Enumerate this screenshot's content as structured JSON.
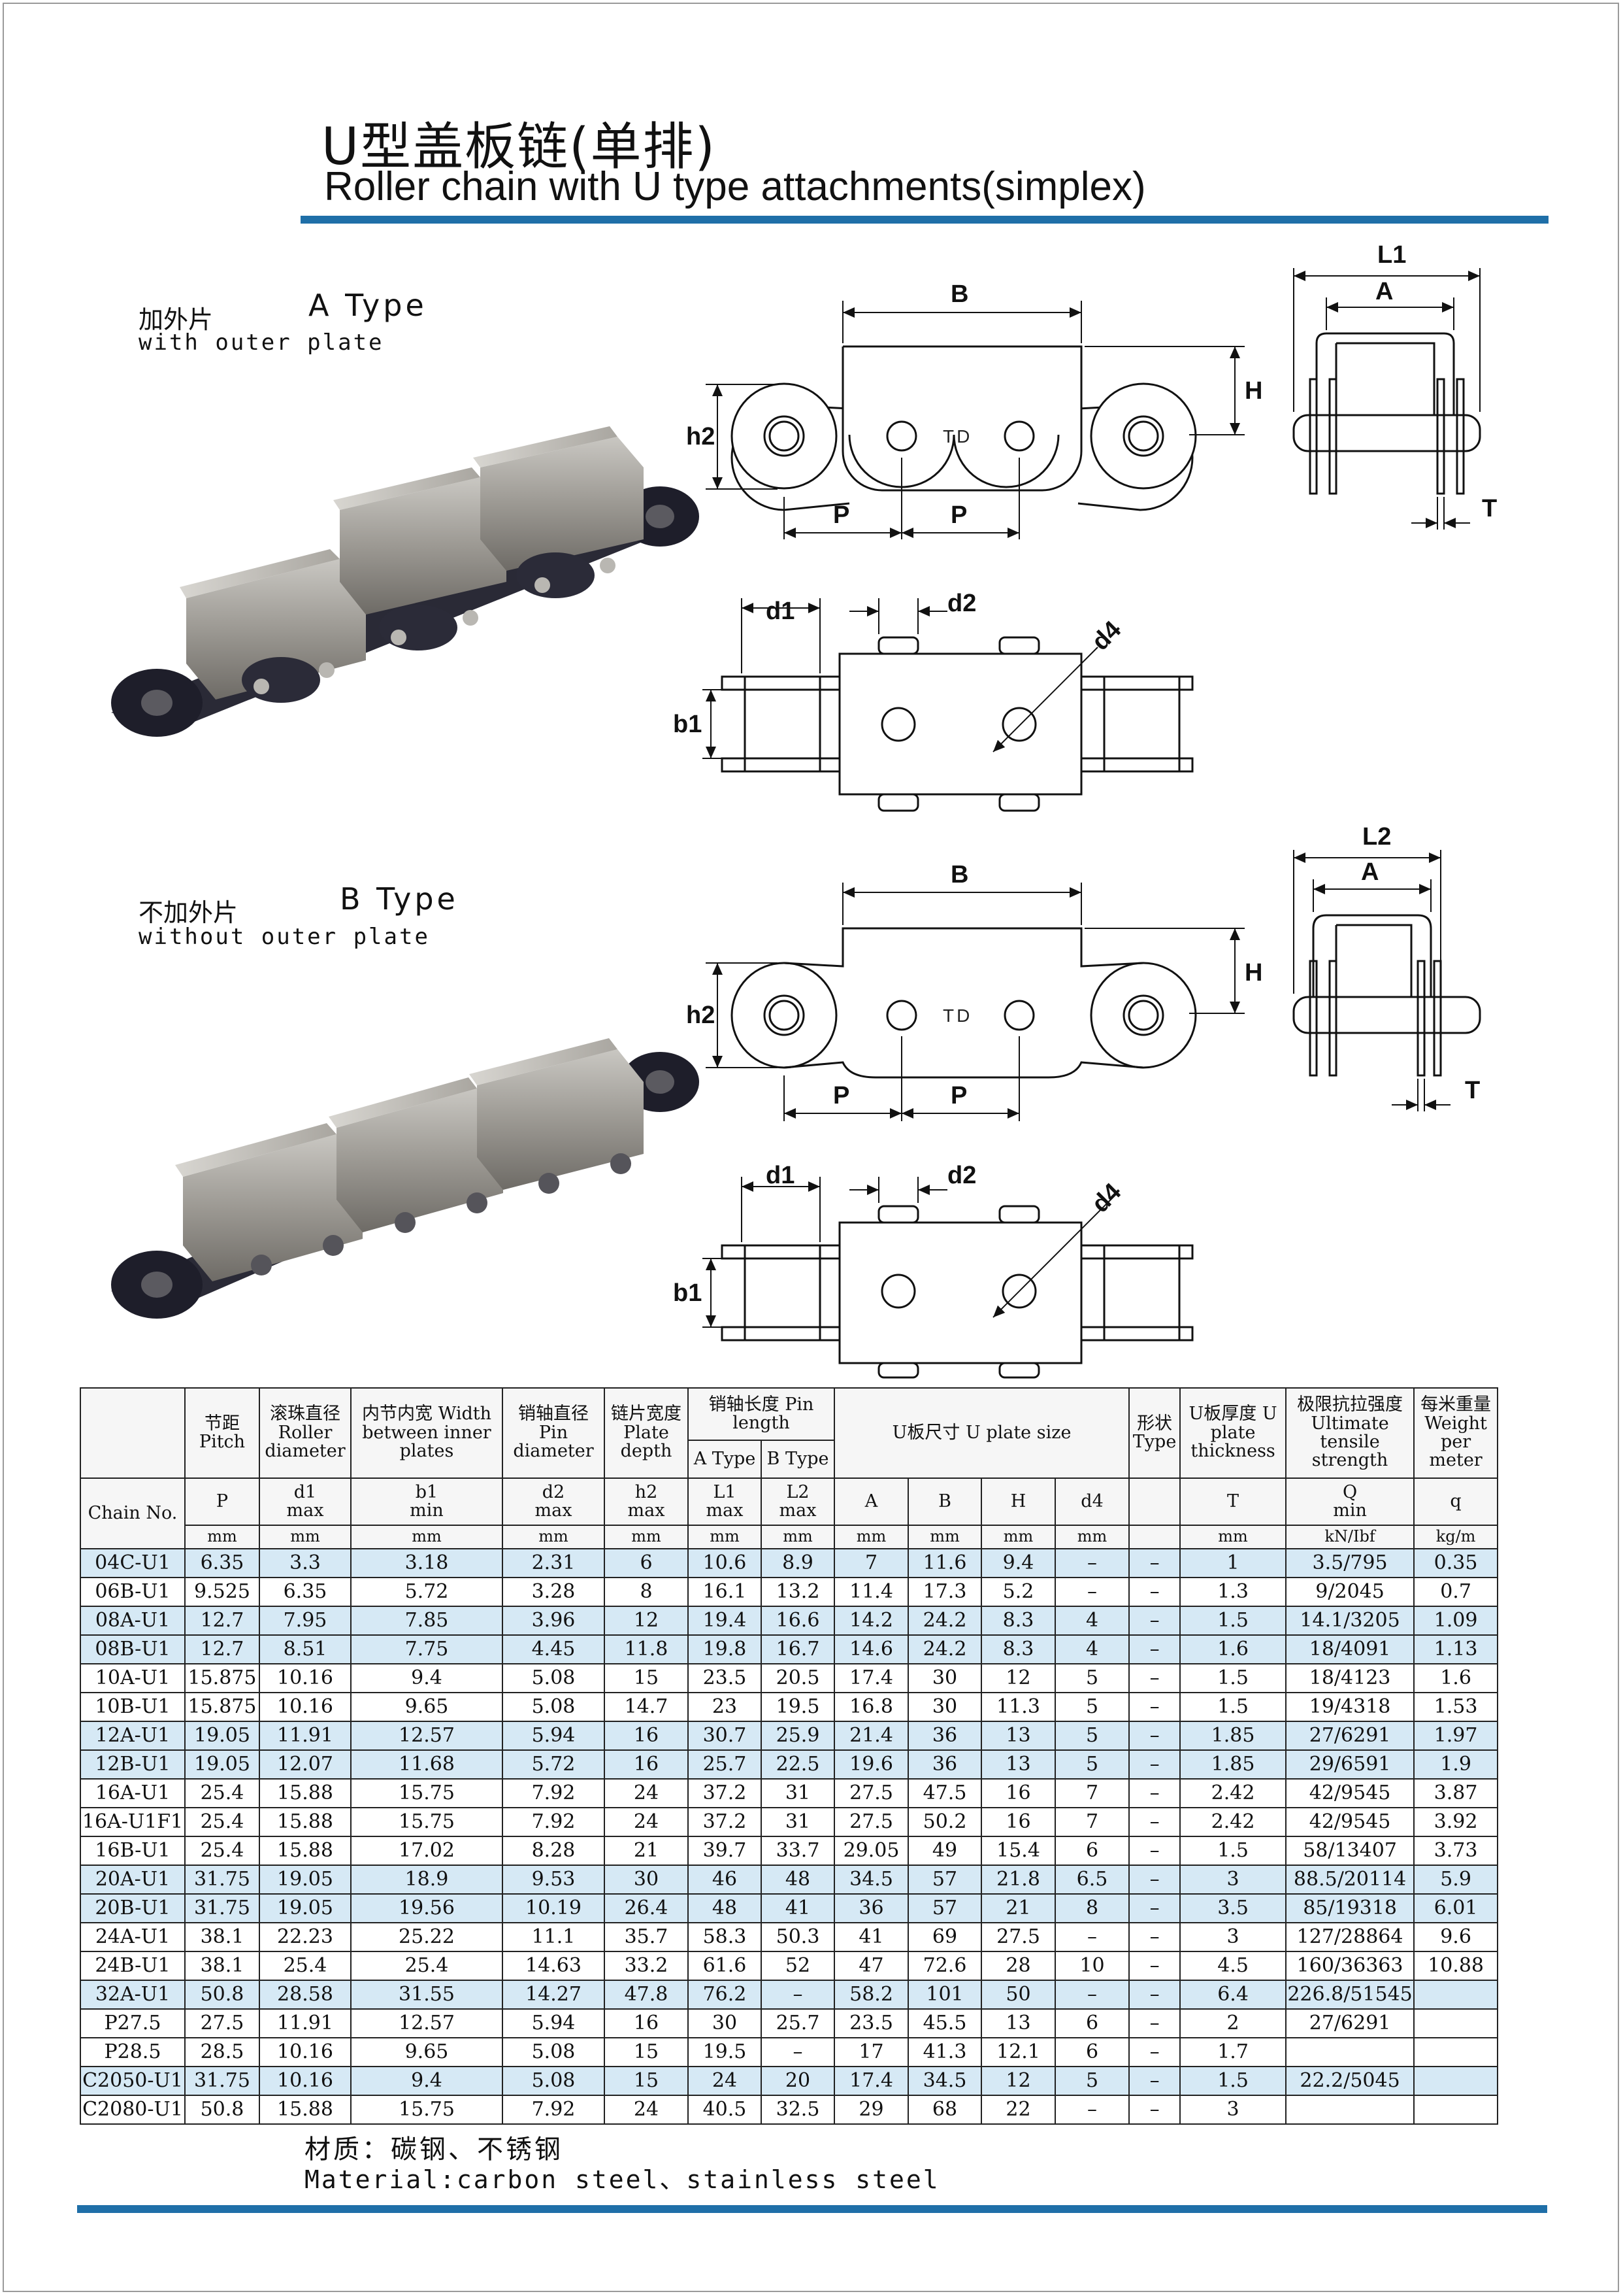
{
  "title": {
    "cn": "U型盖板链(单排)",
    "en": "Roller chain with U type attachments(simplex)"
  },
  "type_a": {
    "cn": "加外片",
    "label": "A Type",
    "sub": "with outer plate"
  },
  "type_b": {
    "cn": "不加外片",
    "label": "B Type",
    "sub": "without outer plate"
  },
  "drawing_labels": {
    "B": "B",
    "H": "H",
    "h2": "h2",
    "P": "P",
    "TD": "TD",
    "L1": "L1",
    "L2": "L2",
    "A": "A",
    "T": "T",
    "d1": "d1",
    "d2": "d2",
    "d4": "d4",
    "b1": "b1"
  },
  "table": {
    "header": {
      "chain_no": "Chain No.",
      "pitch": "节距\nPitch",
      "roller": "滚珠直径\nRoller\ndiameter",
      "width": "内节内宽\nWidth\nbetween\ninner plates",
      "pin": "销轴直径\nPin\ndiameter",
      "plate": "链片宽度\nPlate\ndepth",
      "pin_length": "销轴长度\nPin length",
      "a_type": "A Type",
      "b_type": "B Type",
      "u_plate": "U板尺寸\nU plate size",
      "shape": "形状\nType",
      "thickness": "U板厚度\nU plate\nthickness",
      "tensile": "极限抗拉强度\nUltimate\ntensile\nstrength",
      "weight": "每米重量\nWeight\nper\nmeter"
    },
    "symbols": [
      "P",
      "d1\nmax",
      "b1\nmin",
      "d2\nmax",
      "h2\nmax",
      "L1\nmax",
      "L2\nmax",
      "A",
      "B",
      "H",
      "d4",
      "",
      "T",
      "Q\nmin",
      "q"
    ],
    "units": [
      "mm",
      "mm",
      "mm",
      "mm",
      "mm",
      "mm",
      "mm",
      "mm",
      "mm",
      "mm",
      "mm",
      "",
      "mm",
      "kN/Ibf",
      "kg/m"
    ],
    "rows": [
      {
        "hl": true,
        "cells": [
          "04C-U1",
          "6.35",
          "3.3",
          "3.18",
          "2.31",
          "6",
          "10.6",
          "8.9",
          "7",
          "11.6",
          "9.4",
          "–",
          "–",
          "1",
          "3.5/795",
          "0.35"
        ]
      },
      {
        "hl": false,
        "cells": [
          "06B-U1",
          "9.525",
          "6.35",
          "5.72",
          "3.28",
          "8",
          "16.1",
          "13.2",
          "11.4",
          "17.3",
          "5.2",
          "–",
          "–",
          "1.3",
          "9/2045",
          "0.7"
        ]
      },
      {
        "hl": true,
        "cells": [
          "08A-U1",
          "12.7",
          "7.95",
          "7.85",
          "3.96",
          "12",
          "19.4",
          "16.6",
          "14.2",
          "24.2",
          "8.3",
          "4",
          "–",
          "1.5",
          "14.1/3205",
          "1.09"
        ]
      },
      {
        "hl": true,
        "cells": [
          "08B-U1",
          "12.7",
          "8.51",
          "7.75",
          "4.45",
          "11.8",
          "19.8",
          "16.7",
          "14.6",
          "24.2",
          "8.3",
          "4",
          "–",
          "1.6",
          "18/4091",
          "1.13"
        ]
      },
      {
        "hl": false,
        "cells": [
          "10A-U1",
          "15.875",
          "10.16",
          "9.4",
          "5.08",
          "15",
          "23.5",
          "20.5",
          "17.4",
          "30",
          "12",
          "5",
          "–",
          "1.5",
          "18/4123",
          "1.6"
        ]
      },
      {
        "hl": false,
        "cells": [
          "10B-U1",
          "15.875",
          "10.16",
          "9.65",
          "5.08",
          "14.7",
          "23",
          "19.5",
          "16.8",
          "30",
          "11.3",
          "5",
          "–",
          "1.5",
          "19/4318",
          "1.53"
        ]
      },
      {
        "hl": true,
        "cells": [
          "12A-U1",
          "19.05",
          "11.91",
          "12.57",
          "5.94",
          "16",
          "30.7",
          "25.9",
          "21.4",
          "36",
          "13",
          "5",
          "–",
          "1.85",
          "27/6291",
          "1.97"
        ]
      },
      {
        "hl": true,
        "cells": [
          "12B-U1",
          "19.05",
          "12.07",
          "11.68",
          "5.72",
          "16",
          "25.7",
          "22.5",
          "19.6",
          "36",
          "13",
          "5",
          "–",
          "1.85",
          "29/6591",
          "1.9"
        ]
      },
      {
        "hl": false,
        "cells": [
          "16A-U1",
          "25.4",
          "15.88",
          "15.75",
          "7.92",
          "24",
          "37.2",
          "31",
          "27.5",
          "47.5",
          "16",
          "7",
          "–",
          "2.42",
          "42/9545",
          "3.87"
        ]
      },
      {
        "hl": false,
        "cells": [
          "16A-U1F1",
          "25.4",
          "15.88",
          "15.75",
          "7.92",
          "24",
          "37.2",
          "31",
          "27.5",
          "50.2",
          "16",
          "7",
          "–",
          "2.42",
          "42/9545",
          "3.92"
        ]
      },
      {
        "hl": false,
        "cells": [
          "16B-U1",
          "25.4",
          "15.88",
          "17.02",
          "8.28",
          "21",
          "39.7",
          "33.7",
          "29.05",
          "49",
          "15.4",
          "6",
          "–",
          "1.5",
          "58/13407",
          "3.73"
        ]
      },
      {
        "hl": true,
        "cells": [
          "20A-U1",
          "31.75",
          "19.05",
          "18.9",
          "9.53",
          "30",
          "46",
          "48",
          "34.5",
          "57",
          "21.8",
          "6.5",
          "–",
          "3",
          "88.5/20114",
          "5.9"
        ]
      },
      {
        "hl": true,
        "cells": [
          "20B-U1",
          "31.75",
          "19.05",
          "19.56",
          "10.19",
          "26.4",
          "48",
          "41",
          "36",
          "57",
          "21",
          "8",
          "–",
          "3.5",
          "85/19318",
          "6.01"
        ]
      },
      {
        "hl": false,
        "cells": [
          "24A-U1",
          "38.1",
          "22.23",
          "25.22",
          "11.1",
          "35.7",
          "58.3",
          "50.3",
          "41",
          "69",
          "27.5",
          "–",
          "–",
          "3",
          "127/28864",
          "9.6"
        ]
      },
      {
        "hl": false,
        "cells": [
          "24B-U1",
          "38.1",
          "25.4",
          "25.4",
          "14.63",
          "33.2",
          "61.6",
          "52",
          "47",
          "72.6",
          "28",
          "10",
          "–",
          "4.5",
          "160/36363",
          "10.88"
        ]
      },
      {
        "hl": true,
        "cells": [
          "32A-U1",
          "50.8",
          "28.58",
          "31.55",
          "14.27",
          "47.8",
          "76.2",
          "–",
          "58.2",
          "101",
          "50",
          "–",
          "–",
          "6.4",
          "226.8/51545",
          ""
        ]
      },
      {
        "hl": false,
        "cells": [
          "P27.5",
          "27.5",
          "11.91",
          "12.57",
          "5.94",
          "16",
          "30",
          "25.7",
          "23.5",
          "45.5",
          "13",
          "6",
          "–",
          "2",
          "27/6291",
          ""
        ]
      },
      {
        "hl": false,
        "cells": [
          "P28.5",
          "28.5",
          "10.16",
          "9.65",
          "5.08",
          "15",
          "19.5",
          "–",
          "17",
          "41.3",
          "12.1",
          "6",
          "–",
          "1.7",
          "",
          ""
        ]
      },
      {
        "hl": true,
        "cells": [
          "C2050-U1",
          "31.75",
          "10.16",
          "9.4",
          "5.08",
          "15",
          "24",
          "20",
          "17.4",
          "34.5",
          "12",
          "5",
          "–",
          "1.5",
          "22.2/5045",
          ""
        ]
      },
      {
        "hl": false,
        "cells": [
          "C2080-U1",
          "50.8",
          "15.88",
          "15.75",
          "7.92",
          "24",
          "40.5",
          "32.5",
          "29",
          "68",
          "22",
          "–",
          "–",
          "3",
          "",
          ""
        ]
      }
    ]
  },
  "material": {
    "cn": "材质：碳钢、不锈钢",
    "en": "Material:carbon steel、stainless steel"
  }
}
